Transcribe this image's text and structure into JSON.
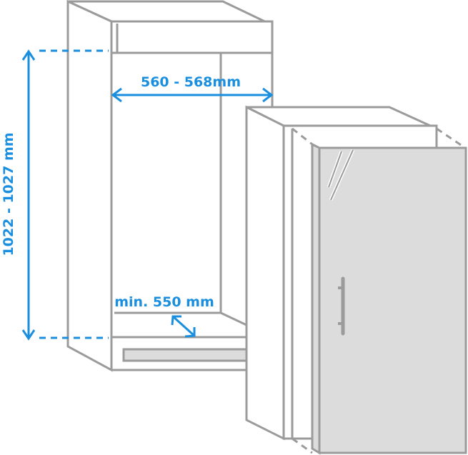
{
  "diagram": {
    "type": "built-in refrigerator installation dimensions",
    "colors": {
      "outline": "#9b9b9b",
      "dimension": "#1a8fe0",
      "door_fill": "#dcdcdc",
      "background": "#ffffff"
    },
    "dimensions": {
      "width": {
        "label": "560 -  568mm",
        "meaning": "niche width"
      },
      "height": {
        "label": "1022 - 1027 mm",
        "meaning": "niche height"
      },
      "depth": {
        "label": "min. 550 mm",
        "meaning": "minimum niche depth"
      }
    },
    "components": {
      "cabinet": "kitchen cabinet niche",
      "appliance": "refrigerator with door and vertical handle"
    }
  }
}
